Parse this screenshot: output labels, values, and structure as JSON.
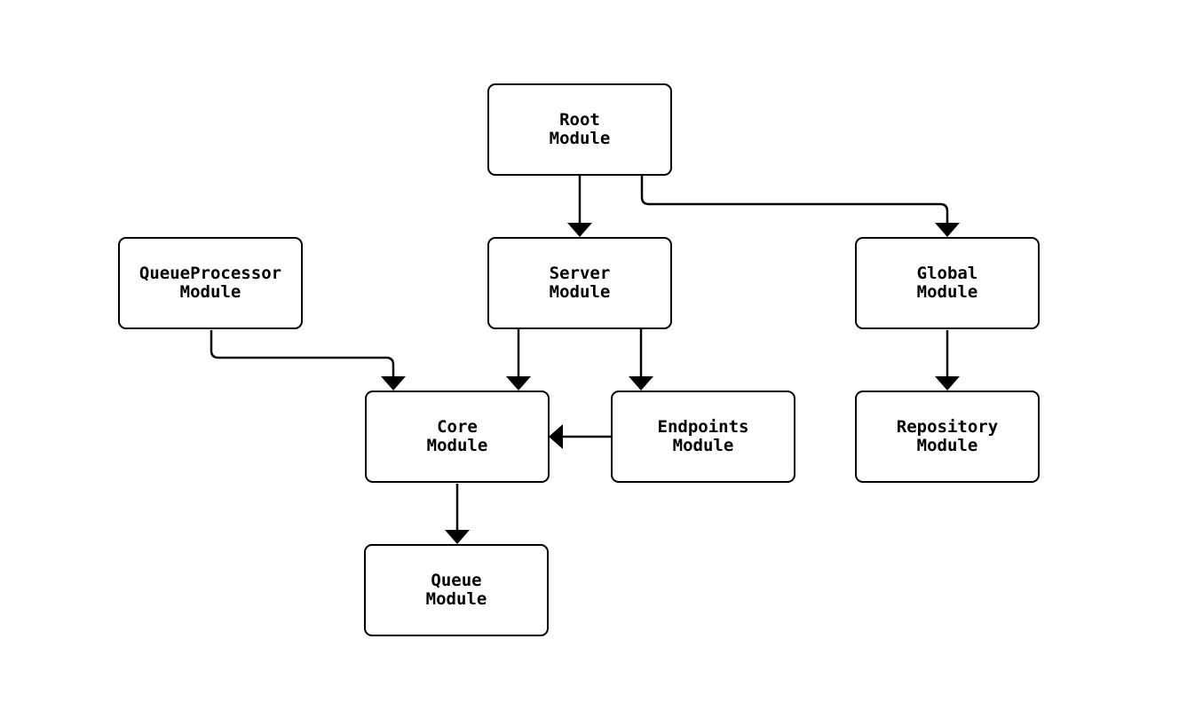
{
  "diagram": {
    "type": "module-dependency-flowchart",
    "background_color": "#ffffff",
    "node_fill_color": "#ffffff",
    "line_color": "#000000",
    "text_color": "#000000",
    "nodes": {
      "root": {
        "label": "Root\nModule"
      },
      "queue_processor": {
        "label": "QueueProcessor\nModule"
      },
      "server": {
        "label": "Server\nModule"
      },
      "global": {
        "label": "Global\nModule"
      },
      "core": {
        "label": "Core\nModule"
      },
      "endpoints": {
        "label": "Endpoints\nModule"
      },
      "repository": {
        "label": "Repository\nModule"
      },
      "queue": {
        "label": "Queue\nModule"
      }
    },
    "edges": [
      {
        "from": "root",
        "to": "server"
      },
      {
        "from": "root",
        "to": "global"
      },
      {
        "from": "queue_processor",
        "to": "core"
      },
      {
        "from": "server",
        "to": "core"
      },
      {
        "from": "server",
        "to": "endpoints"
      },
      {
        "from": "endpoints",
        "to": "core"
      },
      {
        "from": "global",
        "to": "repository"
      },
      {
        "from": "core",
        "to": "queue"
      }
    ]
  }
}
